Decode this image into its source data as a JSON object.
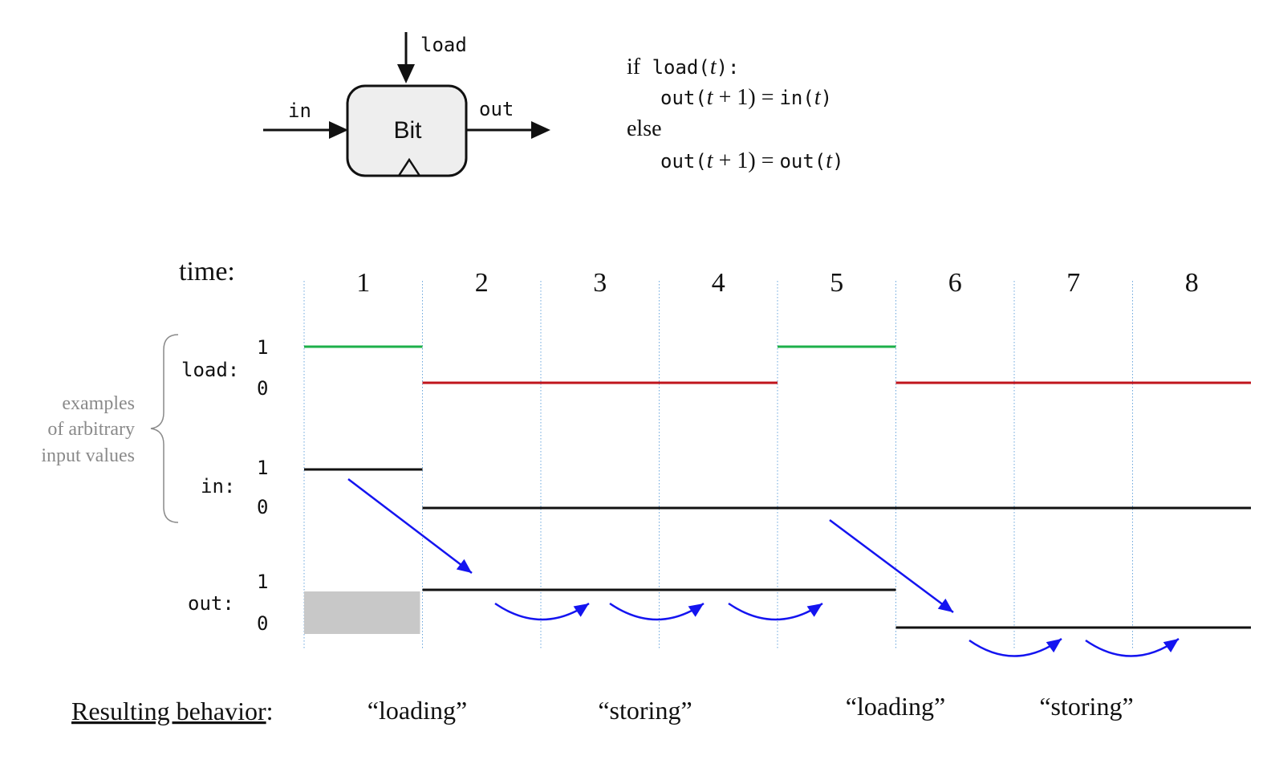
{
  "chip": {
    "name": "Bit",
    "input_label": "in",
    "load_label": "load",
    "output_label": "out"
  },
  "spec": {
    "if_word": "if",
    "load_call": "load(",
    "t": "t",
    "close_colon": "):",
    "line2_out": "out(",
    "line2_mid": " + 1) = ",
    "line2_in": "in(",
    "close": ")",
    "else_word": "else",
    "line4_out": "out(",
    "line4_mid": " + 1) = ",
    "line4_out2": "out("
  },
  "timing": {
    "time_label": "time:",
    "time_steps": [
      "1",
      "2",
      "3",
      "4",
      "5",
      "6",
      "7",
      "8"
    ],
    "signals": [
      {
        "name": "load:",
        "high_label": "1",
        "low_label": "0",
        "values": [
          1,
          0,
          0,
          0,
          1,
          0,
          0,
          0
        ]
      },
      {
        "name": "in:",
        "high_label": "1",
        "low_label": "0",
        "values": [
          1,
          0,
          0,
          0,
          0,
          0,
          0,
          0
        ]
      },
      {
        "name": "out:",
        "high_label": "1",
        "low_label": "0",
        "values": [
          null,
          1,
          1,
          1,
          1,
          0,
          0,
          0
        ]
      }
    ],
    "annotation": [
      "examples",
      "of arbitrary",
      "input values"
    ],
    "colors": {
      "load_high": "#1db04a",
      "load_low": "#c0141c",
      "signal": "#111111",
      "arrow": "#1414f0",
      "grid": "#6aa6dc",
      "unknown": "#c8c8c8",
      "annotation": "#8a8a8a"
    }
  },
  "behavior": {
    "label": "Resulting behavior",
    "colon": ":",
    "phases": [
      "“loading”",
      "“storing”",
      "“loading”",
      "“storing”"
    ]
  }
}
